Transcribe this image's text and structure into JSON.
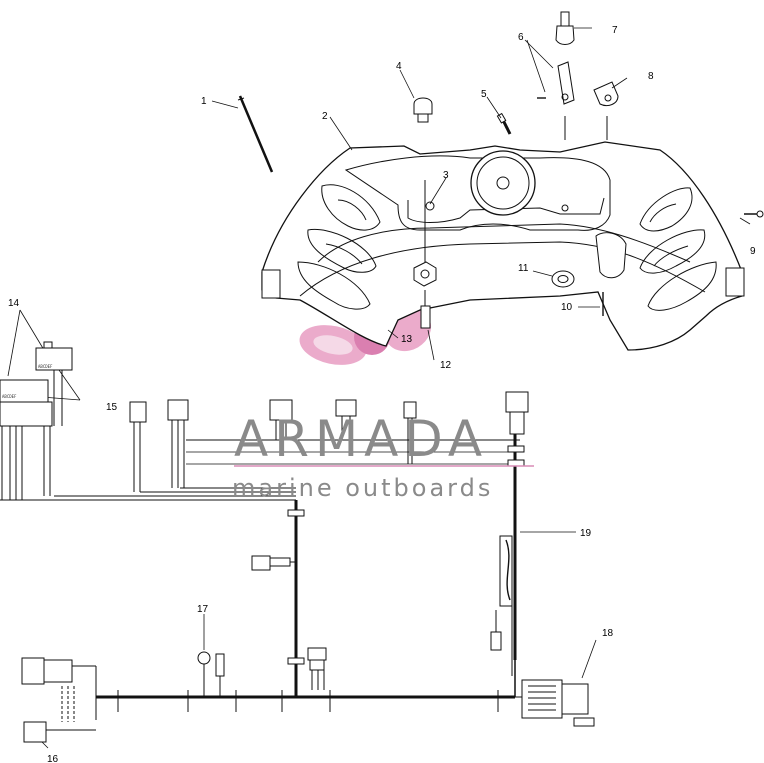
{
  "callouts": [
    {
      "id": "1",
      "text": "1"
    },
    {
      "id": "2",
      "text": "2"
    },
    {
      "id": "3",
      "text": "3"
    },
    {
      "id": "4",
      "text": "4"
    },
    {
      "id": "5",
      "text": "5"
    },
    {
      "id": "6",
      "text": "6"
    },
    {
      "id": "7",
      "text": "7"
    },
    {
      "id": "8",
      "text": "8"
    },
    {
      "id": "9",
      "text": "9"
    },
    {
      "id": "10",
      "text": "10"
    },
    {
      "id": "11",
      "text": "11"
    },
    {
      "id": "12",
      "text": "12"
    },
    {
      "id": "13",
      "text": "13"
    },
    {
      "id": "14",
      "text": "14"
    },
    {
      "id": "15",
      "text": "15"
    },
    {
      "id": "16",
      "text": "16"
    },
    {
      "id": "17",
      "text": "17"
    },
    {
      "id": "18",
      "text": "18"
    },
    {
      "id": "19",
      "text": "19"
    }
  ],
  "watermark": {
    "brand": "ARMADA",
    "tagline": "marine outboards",
    "logo_color": "#e9a3c6",
    "text_color": "#8a8a8a",
    "line_color": "#d98bb5"
  },
  "connector_codes": {
    "a": "ABCDEF",
    "b": "ABCDEF"
  }
}
